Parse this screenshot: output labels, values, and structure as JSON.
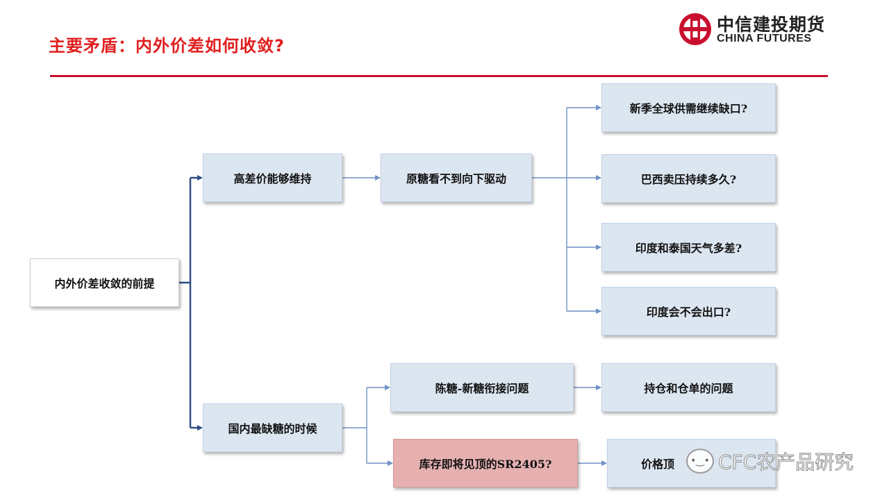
{
  "header": {
    "title": "主要矛盾：内外价差如何收敛?",
    "logo_cn": "中信建投期货",
    "logo_en": "CHINA FUTURES"
  },
  "diagram": {
    "root": "内外价差收敛的前提",
    "branch_high": "高差价能够维持",
    "raw_sugar": "原糖看不到向下驱动",
    "q_supply": "新季全球供需继续缺口?",
    "q_brazil": "巴西卖压持续多久?",
    "q_weather": "印度和泰国天气多差?",
    "q_export": "印度会不会出口?",
    "branch_domestic": "国内最缺糖的时候",
    "old_new": "陈糖-新糖衔接问题",
    "positions": "持仓和仓单的问题",
    "inventory": "库存即将见顶的SR2405?",
    "price": "价格顶"
  },
  "watermark": {
    "text": "CFC农产品研究"
  },
  "colors": {
    "title_red": "#e01e1e",
    "rule_red": "#c8102e",
    "box_blue": "#dce6f1",
    "box_red": "#e6b0b0",
    "connector": "#2e4f86",
    "connector_light": "#6f91c6"
  }
}
